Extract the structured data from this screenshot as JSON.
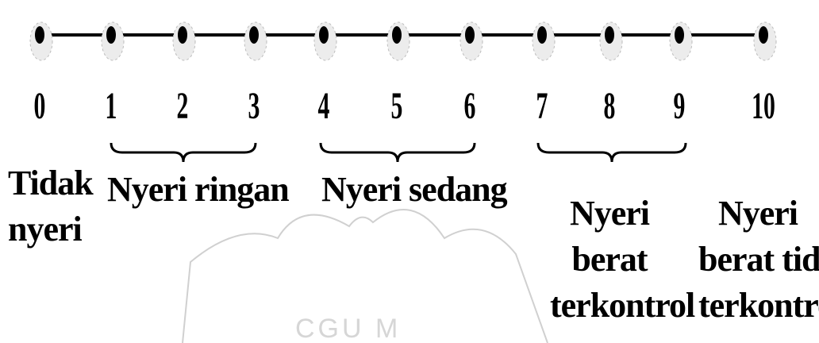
{
  "scale": {
    "numbers": [
      "0",
      "1",
      "2",
      "3",
      "4",
      "5",
      "6",
      "7",
      "8",
      "9",
      "10"
    ]
  },
  "categories": [
    {
      "lines": [
        "Tidak",
        "nyeri"
      ]
    },
    {
      "lines": [
        "Nyeri ringan"
      ]
    },
    {
      "lines": [
        "Nyeri sedang"
      ]
    },
    {
      "lines": [
        "Nyeri",
        "berat",
        "terkontrol"
      ]
    },
    {
      "lines": [
        "Nyeri",
        "berat tidak",
        "terkontrol"
      ]
    }
  ],
  "watermark": {
    "text": "CGU M"
  },
  "colors": {
    "line": "#000000",
    "watermark": "#c8c8c8",
    "node_shadow": "#bdbdbd"
  }
}
